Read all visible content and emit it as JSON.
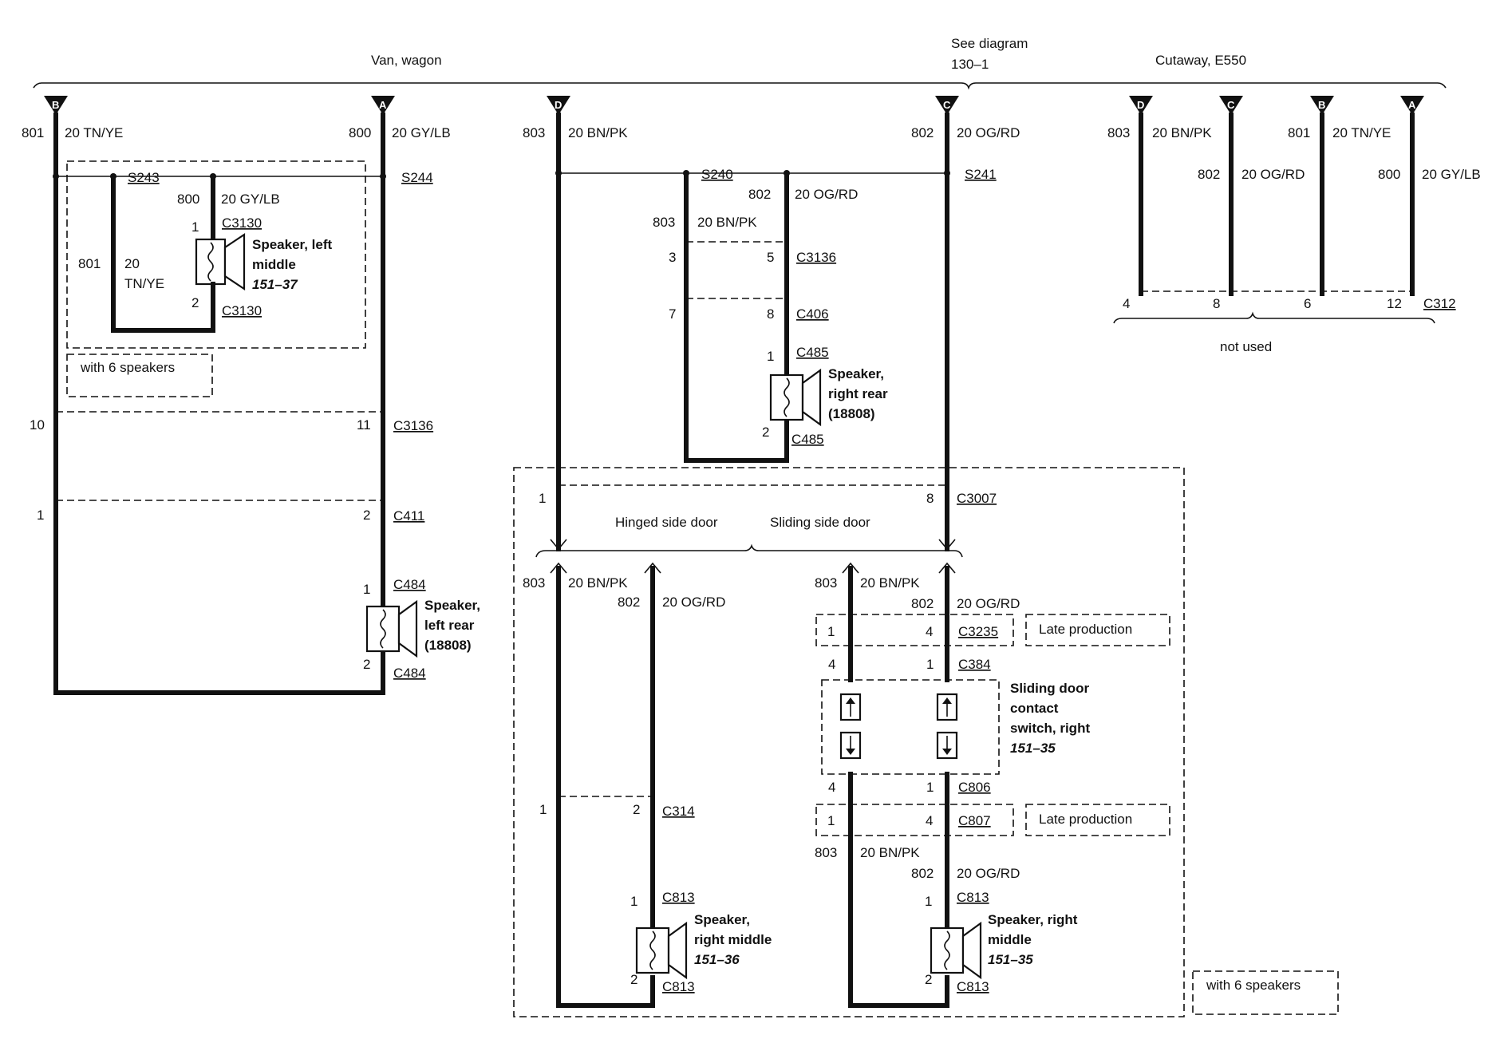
{
  "header": {
    "van_wagon": "Van, wagon",
    "see_diagram_1": "See diagram",
    "see_diagram_2": "130–1",
    "cutaway": "Cutaway, E550"
  },
  "terminals": {
    "B": "B",
    "A": "A",
    "D": "D",
    "C": "C"
  },
  "left": {
    "w801": "801",
    "c801": "20 TN/YE",
    "w800": "800",
    "c800": "20 GY/LB",
    "s243": "S243",
    "s244": "S244",
    "in800": "800",
    "in800c": "20 GY/LB",
    "c3130a": "C3130",
    "pin1": "1",
    "spk_l1": "Speaker, left",
    "spk_l2": "middle",
    "spk_l3": "151–37",
    "in801": "801",
    "in801c1": "20",
    "in801c2": "TN/YE",
    "pin2": "2",
    "c3130b": "C3130",
    "with6": "with 6 speakers",
    "p10": "10",
    "p11": "11",
    "c3136": "C3136",
    "p1": "1",
    "p2": "2",
    "c411": "C411",
    "p484a": "1",
    "c484a": "C484",
    "spk_r1": "Speaker,",
    "spk_r2": "left rear",
    "spk_r3": "(18808)",
    "p484b": "2",
    "c484b": "C484"
  },
  "middle": {
    "w803": "803",
    "c803": "20 BN/PK",
    "w802": "802",
    "c802": "20 OG/RD",
    "s240": "S240",
    "s241": "S241",
    "in802": "802",
    "in802c": "20 OG/RD",
    "in803": "803",
    "in803c": "20 BN/PK",
    "p3": "3",
    "p5": "5",
    "c3136": "C3136",
    "p7": "7",
    "p8": "8",
    "c406": "C406",
    "p485a": "1",
    "c485a": "C485",
    "spk1": "Speaker,",
    "spk2": "right rear",
    "spk3": "(18808)",
    "p485b": "2",
    "c485b": "C485"
  },
  "door": {
    "p1": "1",
    "p8": "8",
    "c3007": "C3007",
    "hinged": "Hinged side door",
    "sliding": "Sliding side door",
    "h803": "803",
    "h803c": "20 BN/PK",
    "h802": "802",
    "h802c": "20 OG/RD",
    "s803": "803",
    "s803c": "20 BN/PK",
    "s802": "802",
    "s802c": "20 OG/RD",
    "c3235_p1": "1",
    "c3235_p4": "4",
    "c3235": "C3235",
    "late1": "Late production",
    "c384_p4": "4",
    "c384_p1": "1",
    "c384": "C384",
    "sw1": "Sliding door",
    "sw2": "contact",
    "sw3": "switch, right",
    "sw4": "151–35",
    "c806_p4": "4",
    "c806_p1": "1",
    "c806": "C806",
    "c807_p1": "1",
    "c807_p4": "4",
    "c807": "C807",
    "late2": "Late production",
    "b803": "803",
    "b803c": "20 BN/PK",
    "b802": "802",
    "b802c": "20 OG/RD",
    "c314_p1": "1",
    "c314_p2": "2",
    "c314": "C314",
    "hm_p1": "1",
    "hm_c1": "C813",
    "hm_1": "Speaker,",
    "hm_2": "right middle",
    "hm_3": "151–36",
    "hm_p2": "2",
    "hm_c2": "C813",
    "sm_p1": "1",
    "sm_c1": "C813",
    "sm_1": "Speaker, right",
    "sm_2": "middle",
    "sm_3": "151–35",
    "sm_p2": "2",
    "sm_c2": "C813",
    "with6": "with 6 speakers"
  },
  "right": {
    "w803": "803",
    "c803": "20 BN/PK",
    "w801": "801",
    "c801": "20 TN/YE",
    "w802": "802",
    "c802": "20 OG/RD",
    "w800": "800",
    "c800": "20 GY/LB",
    "p4": "4",
    "p8": "8",
    "p6": "6",
    "p12": "12",
    "c312": "C312",
    "not_used": "not used"
  }
}
